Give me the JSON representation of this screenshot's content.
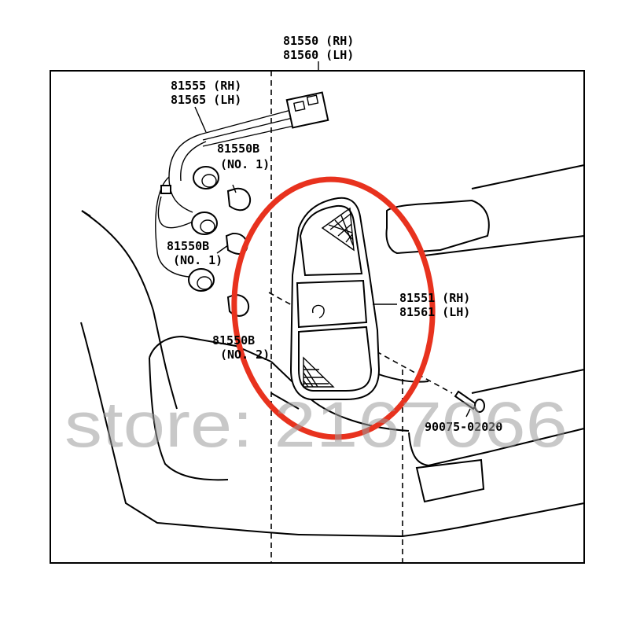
{
  "labels": {
    "assembly_rh": "81550 (RH)",
    "assembly_lh": "81560 (LH)",
    "socket_rh": "81555 (RH)",
    "socket_lh": "81565 (LH)",
    "bulb_no1_top_a": "81550B",
    "bulb_no1_top_b": "(NO. 1)",
    "bulb_no1_mid_a": "81550B",
    "bulb_no1_mid_b": "(NO. 1)",
    "bulb_no2_a": "81550B",
    "bulb_no2_b": "(NO. 2)",
    "lens_rh": "81551 (RH)",
    "lens_lh": "81561 (LH)",
    "screw": "90075-02020"
  },
  "watermark": "store: 2167066",
  "colors": {
    "highlight": "#e8321e",
    "ink": "#000000",
    "watermark": "#9a9a9a"
  }
}
